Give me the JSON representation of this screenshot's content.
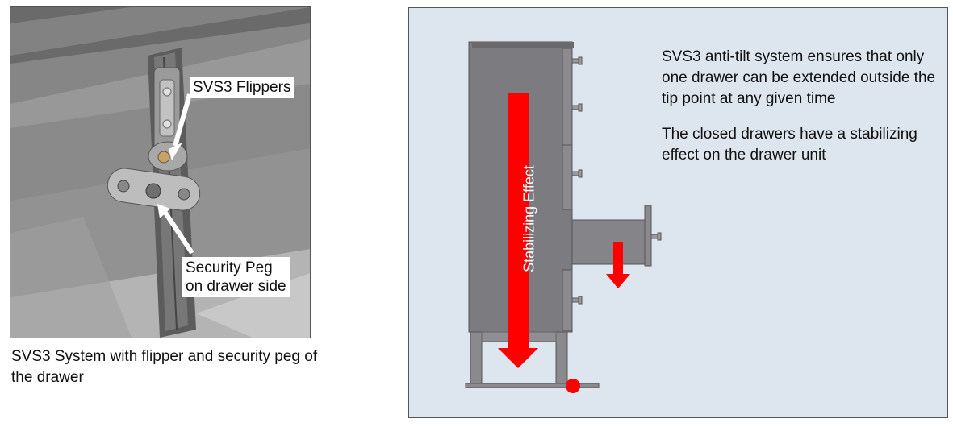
{
  "left_panel": {
    "callouts": {
      "flippers": "SVS3 Flippers",
      "peg_line1": "Security Peg",
      "peg_line2": "on drawer side"
    },
    "caption": "SVS3 System with flipper and security peg of the drawer"
  },
  "right_panel": {
    "arrow_label": "Stabilizing Effect",
    "description": [
      "SVS3 anti-tilt system ensures that only one drawer can be extended outside the tip point at any given time",
      "The closed drawers have a stabilizing effect on the drawer unit"
    ]
  },
  "colors": {
    "arrow_red": "#ff0000",
    "panel_background": "#dde5ef",
    "cabinet_gray": "#7b7b80"
  }
}
